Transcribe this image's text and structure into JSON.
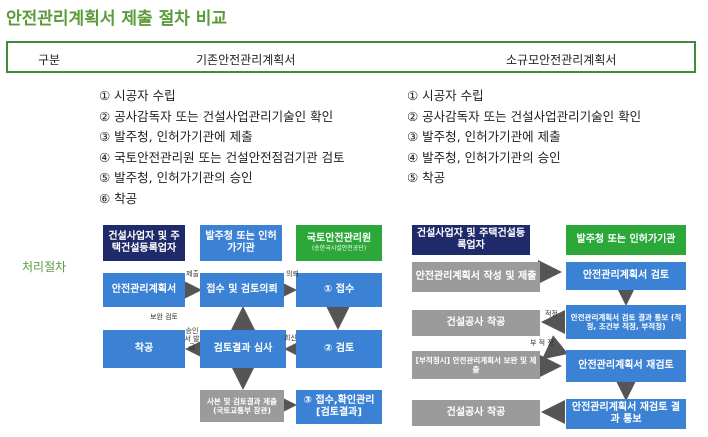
{
  "title": "안전관리계획서 제출 절차 비교",
  "header": {
    "col1": "구분",
    "col2": "기존안전관리계획서",
    "col3": "소규모안전관리계획서"
  },
  "left_steps": [
    "① 시공자 수립",
    "② 공사감독자 또는 건설사업관리기술인 확인",
    "③ 발주청, 인허가기관에 제출",
    "④ 국토안전관리원 또는 건설안전점검기관 검토",
    "⑤ 발주청, 인허가기관의 승인",
    "⑥ 착공"
  ],
  "right_steps": [
    "① 시공자 수립",
    "② 공사감독자 또는 건설사업관리기술인 확인",
    "③ 발주청, 인허가기관에 제출",
    "④ 발주청, 인허가기관의 승인",
    "⑤ 착공"
  ],
  "section_label": "처리절차",
  "left_flow": {
    "h1": "건설사업자 및 주택건설등록업자",
    "h2": "발주청 또는 인허가기관",
    "h3": "국토안전관리원",
    "h3_sub": "(송한국시설안전공단)",
    "b1": "안전관리계획서",
    "b2": "접수 및 검토의뢰",
    "b3": "① 접수",
    "b4": "② 검토",
    "b5": "검토결과 심사",
    "b6": "착공",
    "b7": "사본 및 검토결과 제출 (국토교통부 장관)",
    "b8": "③ 접수,확인관리 [검토결과]",
    "l1": "제출",
    "l2": "의뢰",
    "l3": "보완 검토",
    "l4": "승인서 발급",
    "l5": "회신"
  },
  "right_flow": {
    "h1": "건설사업자 및 주택건설등록업자",
    "h2": "발주청 또는 인허가기관",
    "r1": "안전관리계획서 작성 및 제출",
    "r2": "안전관리계획서 검토",
    "r3": "건설공사 착공",
    "r4": "안전관리계획서 검토 결과 통보 (적정, 조건부 적정, 부적정)",
    "r5": "[부적정시] 안전관리계획서 보완 및 제출",
    "r6": "안전관리계획서 재검토",
    "r7": "건설공사 착공",
    "r8": "안전관리계획서 재검토 결과 통보",
    "l1": "적정",
    "l2": "부 적 정"
  },
  "colors": {
    "navy": "#1f2a6b",
    "green": "#2ca83a",
    "blue": "#3b82d4",
    "gray": "#9b9b9b",
    "title_green": "#5a9b3a",
    "border_green": "#3f8a3f"
  }
}
